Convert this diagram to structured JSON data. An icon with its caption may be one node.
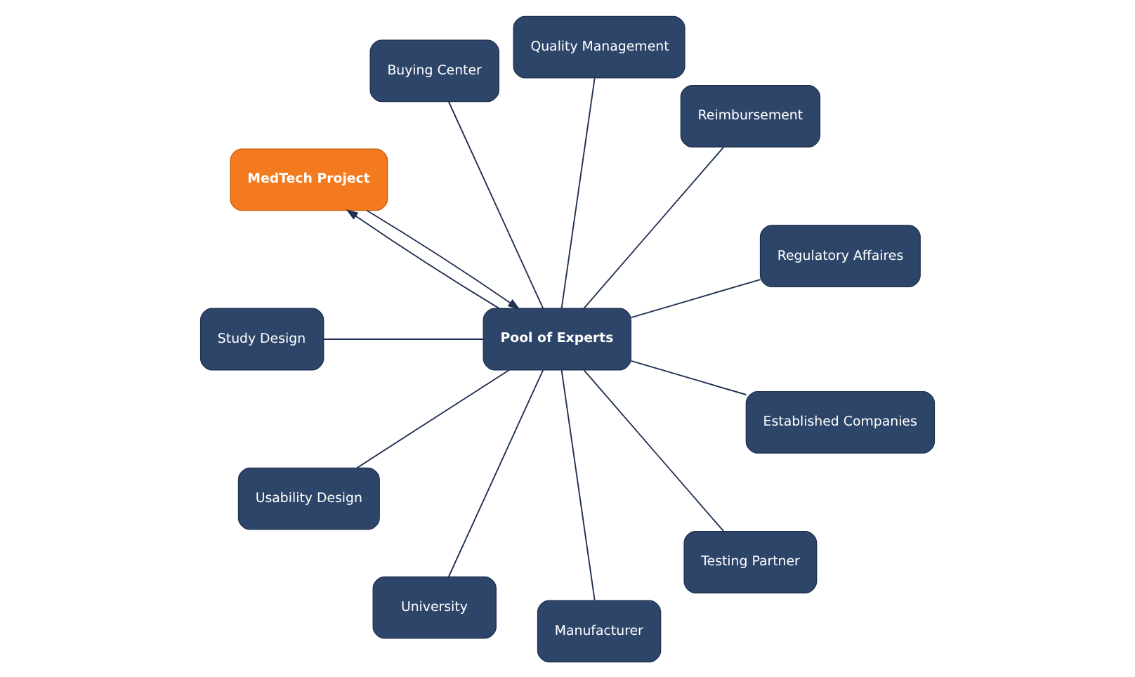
{
  "diagram": {
    "nodes": [
      {
        "text": [
          "Regulatory Affaires"
        ]
      },
      {
        "text": [
          "Reimbursement"
        ]
      },
      {
        "text": [
          "Quality Management"
        ]
      },
      {
        "text": [
          "Buying Center"
        ]
      },
      {
        "text": [
          "MedTech Project"
        ]
      },
      {
        "text": [
          "Pool of Experts"
        ]
      },
      {
        "text": [
          "Study Design"
        ]
      },
      {
        "text": [
          "Usability Design"
        ]
      },
      {
        "text": [
          "University"
        ]
      },
      {
        "text": [
          "Manufacturer"
        ]
      },
      {
        "text": [
          "Testing Partner"
        ]
      },
      {
        "text": [
          "Established Companies"
        ]
      }
    ],
    "edges": [
      {
        "from": 5,
        "to": 4,
        "arrow": "to"
      },
      {
        "from": 4,
        "to": 5,
        "arrow": "to"
      },
      {
        "from": 5,
        "to": 0,
        "arrow": "none"
      },
      {
        "from": 5,
        "to": 1,
        "arrow": "none"
      },
      {
        "from": 5,
        "to": 2,
        "arrow": "none"
      },
      {
        "from": 5,
        "to": 3,
        "arrow": "none"
      },
      {
        "from": 5,
        "to": 6,
        "arrow": "none"
      },
      {
        "from": 5,
        "to": 7,
        "arrow": "none"
      },
      {
        "from": 5,
        "to": 8,
        "arrow": "none"
      },
      {
        "from": 5,
        "to": 9,
        "arrow": "none"
      },
      {
        "from": 5,
        "to": 10,
        "arrow": "none"
      },
      {
        "from": 5,
        "to": 11,
        "arrow": "none"
      }
    ]
  }
}
